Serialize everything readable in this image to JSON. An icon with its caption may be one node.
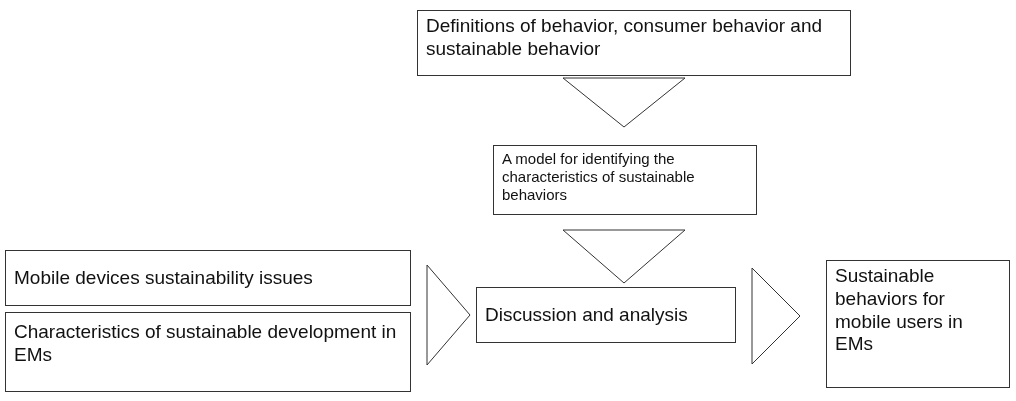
{
  "diagram": {
    "nodes": [
      {
        "text": [
          "Definitions of behavior, consumer behavior and sustainable behavior"
        ]
      },
      {
        "text": [
          "A model for identifying the characteristics of sustainable behaviors"
        ]
      },
      {
        "text": [
          "Mobile devices sustainability issues"
        ]
      },
      {
        "text": [
          "Characteristics of sustainable development in EMs"
        ]
      },
      {
        "text": [
          "Discussion and analysis"
        ]
      },
      {
        "text": [
          "Sustainable behaviors for mobile users in EMs"
        ]
      }
    ],
    "edges": [
      {
        "from": 0,
        "to": 1,
        "arrow": "to"
      },
      {
        "from": 1,
        "to": 4,
        "arrow": "to"
      },
      {
        "from": 2,
        "to": 4,
        "arrow": "to"
      },
      {
        "from": 3,
        "to": 4,
        "arrow": "to"
      },
      {
        "from": 4,
        "to": 5,
        "arrow": "to"
      }
    ]
  }
}
